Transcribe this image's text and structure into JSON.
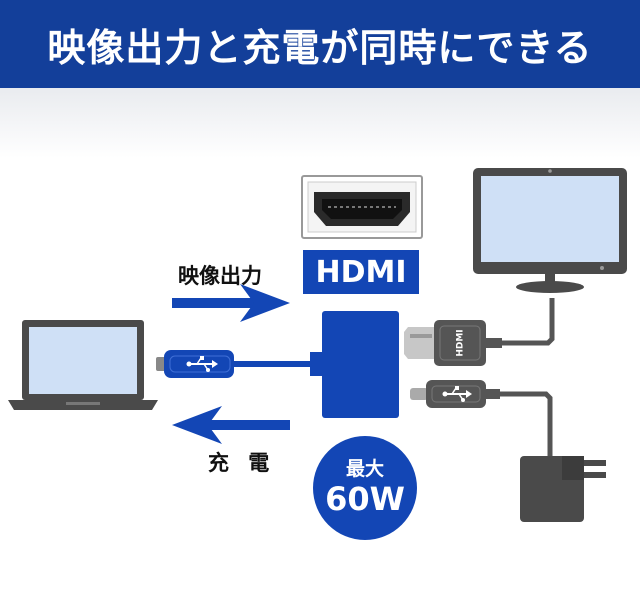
{
  "header": {
    "title": "映像出力と充電が同時にできる"
  },
  "labels": {
    "video_output": "映像出力",
    "charging": "充 電",
    "hdmi_badge": "HDMI",
    "plug_mark": "HDMI"
  },
  "power_badge": {
    "top": "最大",
    "value": "60W"
  },
  "colors": {
    "header": "#133f9a",
    "accent_blue": "#1346b5",
    "device_gray": "#555555",
    "screen_blue": "#cfe0f6"
  },
  "icons": [
    "laptop-icon",
    "monitor-icon",
    "hdmi-port-icon",
    "usb-symbol-icon",
    "power-adapter-icon"
  ]
}
